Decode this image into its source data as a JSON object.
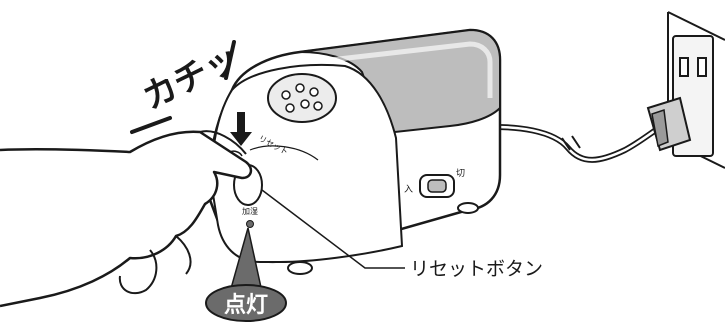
{
  "labels": {
    "click_sound": "カチッ",
    "reset_button_callout": "リセットボタン",
    "lamp_on": "点灯",
    "device_reset_marking": "リセット",
    "device_lamp_marking": "加湿",
    "switch_on_mark": "入",
    "switch_off_mark": "切"
  },
  "colors": {
    "ink": "#1a1a1a",
    "lid": "#bdbdbd",
    "lamp_badge": "#6b6b6b",
    "badge_text": "#ffffff"
  },
  "icons": {
    "press_arrow": "arrow-down-icon"
  }
}
